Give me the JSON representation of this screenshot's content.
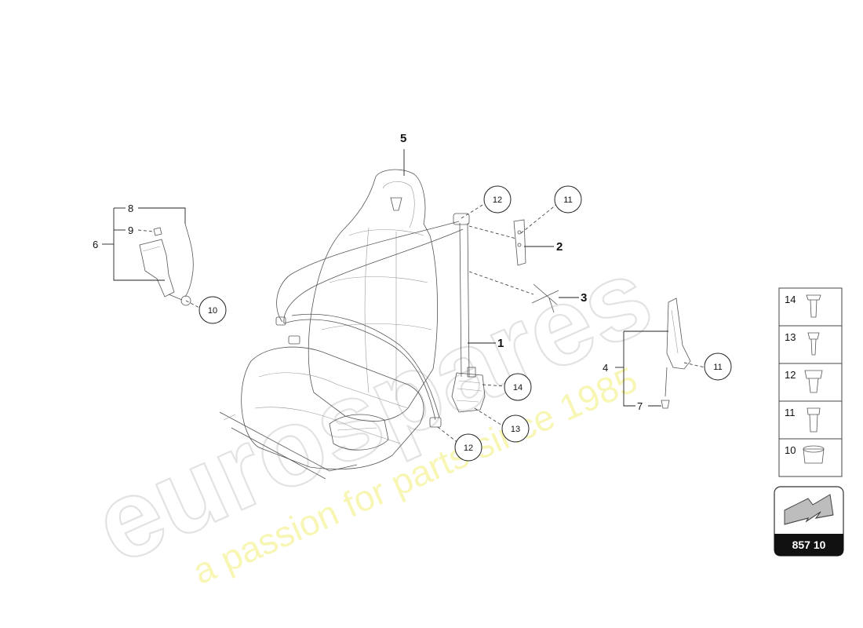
{
  "watermark": {
    "logo": "eurospares",
    "tagline": "a passion for parts since 1985"
  },
  "callouts": {
    "c1": "1",
    "c2": "2",
    "c3": "3",
    "c4": "4",
    "c5": "5",
    "c6": "6",
    "c7": "7",
    "c8": "8",
    "c9": "9",
    "c10": "10",
    "c11a": "11",
    "c11b": "11",
    "c12a": "12",
    "c12b": "12",
    "c13": "13",
    "c14": "14"
  },
  "fastener_panel": {
    "items": [
      {
        "label": "14"
      },
      {
        "label": "13"
      },
      {
        "label": "12"
      },
      {
        "label": "11"
      },
      {
        "label": "10"
      }
    ]
  },
  "page_ref": {
    "number": "857 10"
  }
}
